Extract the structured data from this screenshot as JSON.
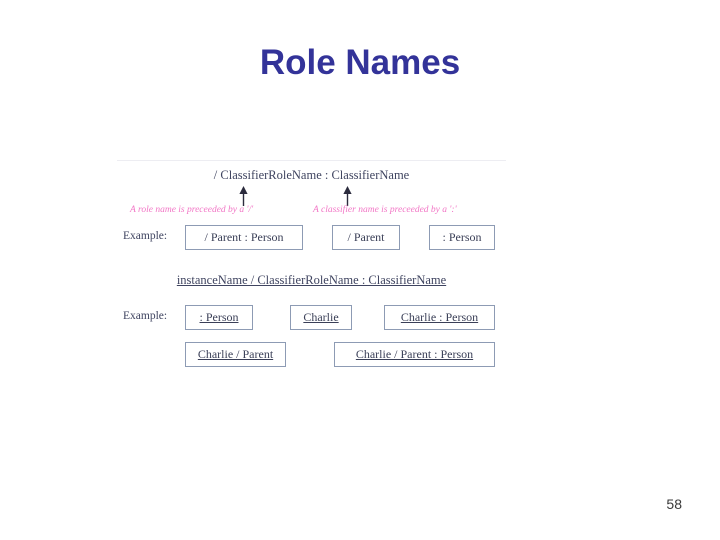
{
  "slide": {
    "title": "Role Names",
    "page_number": "58",
    "title_color": "#333399",
    "annotation_color": "#f277c6",
    "box_border_color": "#8d9bb4",
    "diagram_text_color": "#3a3f57"
  },
  "diagram": {
    "top_section": {
      "formula": "/ ClassifierRoleName  : ClassifierName",
      "underlined": false,
      "arrows": [
        {
          "name": "arrow-to-role-name",
          "points_to": "/ ClassifierRoleName"
        },
        {
          "name": "arrow-to-classifier-name",
          "points_to": ": ClassifierName"
        }
      ],
      "annotations": [
        "A role name is preceeded by a '/'",
        "A classifier name is preceeded by a ':'"
      ],
      "example_label": "Example:",
      "boxes": [
        "/ Parent  : Person",
        "/ Parent",
        ": Person"
      ]
    },
    "bottom_section": {
      "formula": "instanceName  / ClassifierRoleName  : ClassifierName",
      "underlined": true,
      "example_label": "Example:",
      "boxes_row1": [
        ": Person",
        "Charlie",
        "Charlie : Person"
      ],
      "boxes_row2": [
        "Charlie / Parent",
        "Charlie  / Parent  : Person"
      ]
    }
  }
}
